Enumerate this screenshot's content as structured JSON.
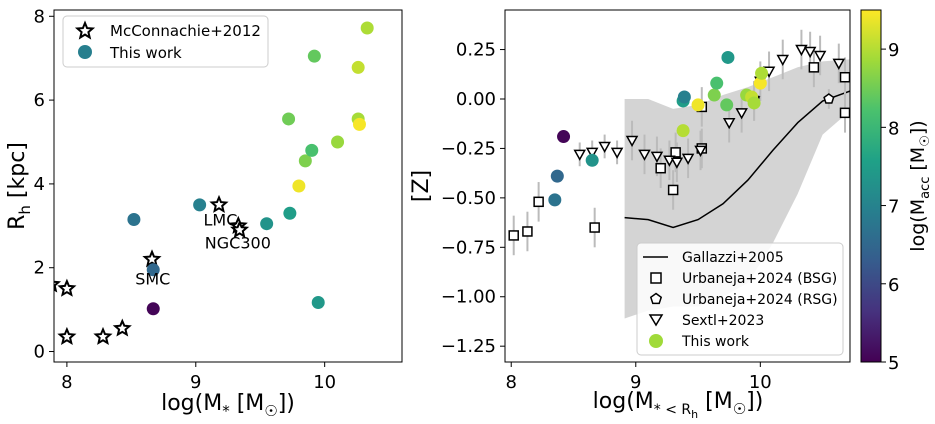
{
  "colorbar": {
    "label": "log(M",
    "label_sub": "acc",
    "label_tail": " [M",
    "label_sun": "☉",
    "label_end": "])",
    "range": [
      5,
      9.5
    ],
    "ticks": [
      "5",
      "6",
      "7",
      "8",
      "9"
    ],
    "colormap": [
      "#440154",
      "#46327e",
      "#365c8d",
      "#277f8e",
      "#1fa187",
      "#4ac16d",
      "#a0da39",
      "#fde725"
    ]
  },
  "chart_data": [
    {
      "type": "scatter",
      "xlabel": "log(M",
      "xlabel_sub": "*",
      "xlabel_tail": " [M",
      "xlabel_sun": "☉",
      "xlabel_end": "])",
      "ylabel": "R",
      "ylabel_sub": "h",
      "ylabel_tail": " [kpc]",
      "xlim": [
        7.9,
        10.6
      ],
      "ylim": [
        -0.25,
        8.15
      ],
      "xticks": [
        "8",
        "9",
        "10"
      ],
      "yticks": [
        "0",
        "2",
        "4",
        "6",
        "8"
      ],
      "legend": {
        "position": "top-left",
        "entries": [
          "McConnachie+2012",
          "This work"
        ]
      },
      "annotations": [
        {
          "text": "LMC",
          "x": 9.06,
          "y": 3.15
        },
        {
          "text": "NGC300",
          "x": 9.07,
          "y": 2.6
        },
        {
          "text": "SMC",
          "x": 8.53,
          "y": 1.74
        }
      ],
      "series": [
        {
          "name": "McConnachie+2012",
          "marker": "star",
          "points": [
            {
              "x": 7.88,
              "y": 1.6
            },
            {
              "x": 8.0,
              "y": 1.5
            },
            {
              "x": 8.0,
              "y": 0.35
            },
            {
              "x": 8.28,
              "y": 0.35
            },
            {
              "x": 8.43,
              "y": 0.55
            },
            {
              "x": 8.66,
              "y": 2.2
            },
            {
              "x": 9.18,
              "y": 3.5
            },
            {
              "x": 9.33,
              "y": 3.0
            },
            {
              "x": 9.34,
              "y": 2.9
            }
          ]
        },
        {
          "name": "This work",
          "marker": "circle",
          "points": [
            {
              "x": 8.52,
              "y": 3.15,
              "c": 6.7
            },
            {
              "x": 8.67,
              "y": 1.95,
              "c": 6.5
            },
            {
              "x": 8.67,
              "y": 1.02,
              "c": 5.05
            },
            {
              "x": 9.03,
              "y": 3.5,
              "c": 6.95
            },
            {
              "x": 9.55,
              "y": 3.05,
              "c": 7.3
            },
            {
              "x": 9.72,
              "y": 5.55,
              "c": 8.5
            },
            {
              "x": 9.73,
              "y": 3.3,
              "c": 7.5
            },
            {
              "x": 9.8,
              "y": 3.95,
              "c": 9.4
            },
            {
              "x": 9.85,
              "y": 4.55,
              "c": 8.6
            },
            {
              "x": 9.9,
              "y": 4.8,
              "c": 8.2
            },
            {
              "x": 9.92,
              "y": 7.05,
              "c": 8.4
            },
            {
              "x": 9.95,
              "y": 1.17,
              "c": 7.4
            },
            {
              "x": 10.1,
              "y": 5.0,
              "c": 8.8
            },
            {
              "x": 10.26,
              "y": 6.78,
              "c": 9.1
            },
            {
              "x": 10.26,
              "y": 5.55,
              "c": 8.9
            },
            {
              "x": 10.27,
              "y": 5.42,
              "c": 9.45
            },
            {
              "x": 10.33,
              "y": 7.72,
              "c": 8.95
            }
          ]
        }
      ]
    },
    {
      "type": "scatter",
      "xlabel": "log(M",
      "xlabel_sub": "* < R",
      "xlabel_subsub": "h",
      "xlabel_tail": " [M",
      "xlabel_sun": "☉",
      "xlabel_end": "])",
      "ylabel": "[Z]",
      "xlim": [
        7.95,
        10.72
      ],
      "ylim": [
        -1.33,
        0.45
      ],
      "xticks": [
        "8",
        "9",
        "10"
      ],
      "yticks": [
        "0.25",
        "0.00",
        "−0.25",
        "−0.50",
        "−0.75",
        "−1.00",
        "−1.25"
      ],
      "yticks_values": [
        0.25,
        0.0,
        -0.25,
        -0.5,
        -0.75,
        -1.0,
        -1.25
      ],
      "legend": {
        "position": "bottom-right",
        "entries": [
          "Gallazzi+2005",
          "Urbaneja+2024 (BSG)",
          "Urbaneja+2024 (RSG)",
          "Sextl+2023",
          "This work"
        ]
      },
      "series": [
        {
          "name": "Gallazzi+2005",
          "marker": "line",
          "x": [
            8.91,
            9.1,
            9.3,
            9.5,
            9.7,
            9.9,
            10.1,
            10.3,
            10.5,
            10.72
          ],
          "y": [
            -0.6,
            -0.61,
            -0.65,
            -0.61,
            -0.53,
            -0.41,
            -0.26,
            -0.12,
            -0.01,
            0.04
          ],
          "band_lower": [
            -1.11,
            -1.07,
            -1.05,
            -1.05,
            -1.0,
            -0.93,
            -0.73,
            -0.48,
            -0.18,
            -0.06
          ],
          "band_upper": [
            0.0,
            0.0,
            -0.05,
            -0.03,
            0.02,
            0.06,
            0.11,
            0.16,
            0.19,
            0.2
          ]
        },
        {
          "name": "Urbaneja+2024 (BSG)",
          "marker": "square",
          "points": [
            {
              "x": 8.02,
              "y": -0.69,
              "e": 0.1
            },
            {
              "x": 8.13,
              "y": -0.67,
              "e": 0.1
            },
            {
              "x": 8.22,
              "y": -0.52,
              "e": 0.1
            },
            {
              "x": 8.67,
              "y": -0.65,
              "e": 0.1
            },
            {
              "x": 9.2,
              "y": -0.35,
              "e": 0.1
            },
            {
              "x": 9.3,
              "y": -0.46,
              "e": 0.1
            },
            {
              "x": 9.32,
              "y": -0.27,
              "e": 0.1
            },
            {
              "x": 9.53,
              "y": -0.25,
              "e": 0.1
            },
            {
              "x": 9.53,
              "y": -0.04,
              "e": 0.1
            },
            {
              "x": 9.95,
              "y": -0.01,
              "e": 0.1
            },
            {
              "x": 10.43,
              "y": 0.16,
              "e": 0.1
            },
            {
              "x": 10.68,
              "y": 0.11,
              "e": 0.1
            },
            {
              "x": 10.68,
              "y": -0.07,
              "e": 0.1
            }
          ]
        },
        {
          "name": "Urbaneja+2024 (RSG)",
          "marker": "pentagon",
          "points": [
            {
              "x": 10.55,
              "y": 0.0,
              "e": 0.05
            }
          ]
        },
        {
          "name": "Sextl+2023",
          "marker": "triangle-down",
          "points": [
            {
              "x": 8.55,
              "y": -0.28,
              "e": 0.06
            },
            {
              "x": 8.65,
              "y": -0.27,
              "e": 0.06
            },
            {
              "x": 8.75,
              "y": -0.24,
              "e": 0.06
            },
            {
              "x": 8.85,
              "y": -0.27,
              "e": 0.06
            },
            {
              "x": 8.97,
              "y": -0.21,
              "e": 0.1
            },
            {
              "x": 9.07,
              "y": -0.28,
              "e": 0.1
            },
            {
              "x": 9.17,
              "y": -0.29,
              "e": 0.1
            },
            {
              "x": 9.27,
              "y": -0.31,
              "e": 0.1
            },
            {
              "x": 9.33,
              "y": -0.32,
              "e": 0.1
            },
            {
              "x": 9.42,
              "y": -0.3,
              "e": 0.1
            },
            {
              "x": 9.52,
              "y": -0.26,
              "e": 0.1
            },
            {
              "x": 9.75,
              "y": -0.12,
              "e": 0.1
            },
            {
              "x": 9.85,
              "y": -0.07,
              "e": 0.1
            },
            {
              "x": 9.95,
              "y": -0.01,
              "e": 0.1
            },
            {
              "x": 10.0,
              "y": 0.09,
              "e": 0.1
            },
            {
              "x": 10.07,
              "y": 0.14,
              "e": 0.1
            },
            {
              "x": 10.18,
              "y": 0.2,
              "e": 0.1
            },
            {
              "x": 10.33,
              "y": 0.25,
              "e": 0.1
            },
            {
              "x": 10.4,
              "y": 0.24,
              "e": 0.1
            },
            {
              "x": 10.48,
              "y": 0.22,
              "e": 0.1
            },
            {
              "x": 10.63,
              "y": 0.18,
              "e": 0.1
            }
          ]
        },
        {
          "name": "This work",
          "marker": "circle",
          "points": [
            {
              "x": 8.35,
              "y": -0.51,
              "c": 6.7
            },
            {
              "x": 8.37,
              "y": -0.39,
              "c": 6.5
            },
            {
              "x": 8.42,
              "y": -0.19,
              "c": 5.05
            },
            {
              "x": 8.65,
              "y": -0.31,
              "c": 7.3
            },
            {
              "x": 9.38,
              "y": -0.16,
              "c": 9.0
            },
            {
              "x": 9.38,
              "y": -0.01,
              "c": 7.5
            },
            {
              "x": 9.39,
              "y": 0.01,
              "c": 6.95
            },
            {
              "x": 9.5,
              "y": -0.03,
              "c": 9.4
            },
            {
              "x": 9.63,
              "y": 0.02,
              "c": 8.6
            },
            {
              "x": 9.65,
              "y": 0.08,
              "c": 8.2
            },
            {
              "x": 9.73,
              "y": -0.03,
              "c": 8.4
            },
            {
              "x": 9.74,
              "y": 0.21,
              "c": 7.4
            },
            {
              "x": 9.89,
              "y": 0.02,
              "c": 8.8
            },
            {
              "x": 9.93,
              "y": 0.01,
              "c": 9.1
            },
            {
              "x": 9.95,
              "y": -0.02,
              "c": 8.9
            },
            {
              "x": 10.0,
              "y": 0.08,
              "c": 9.45
            },
            {
              "x": 10.01,
              "y": 0.13,
              "c": 8.95
            }
          ]
        }
      ]
    }
  ]
}
